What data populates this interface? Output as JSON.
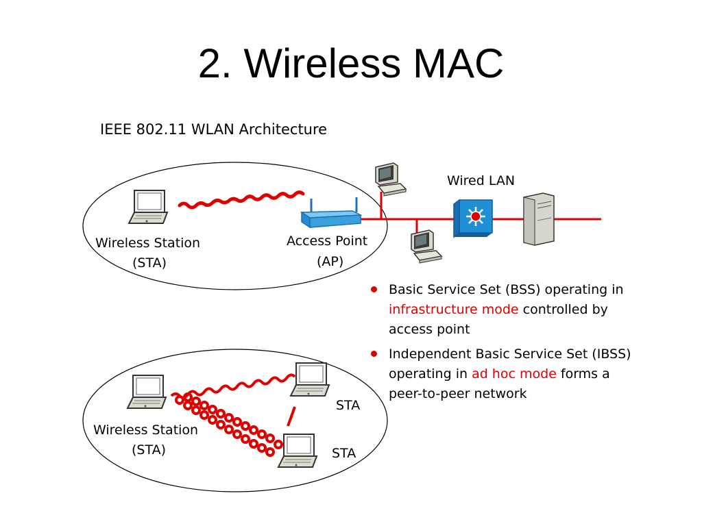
{
  "title": "2. Wireless MAC",
  "diagram": {
    "heading": "IEEE 802.11 WLAN Architecture",
    "bss": {
      "station_label_1": "Wireless Station",
      "station_label_2": "(STA)",
      "ap_label_1": "Access Point",
      "ap_label_2": "(AP)",
      "wired_lan_label": "Wired LAN"
    },
    "ibss": {
      "station_label_1": "Wireless Station",
      "station_label_2": "(STA)",
      "sta_label_a": "STA",
      "sta_label_b": "STA"
    }
  },
  "bullets": [
    {
      "before": "Basic Service Set (BSS) operating in ",
      "highlight": "infrastructure mode",
      "after": " controlled by access point"
    },
    {
      "before": "Independent Basic Service Set (IBSS) operating in ",
      "highlight": "ad hoc mode",
      "after": " forms a peer-to-peer network"
    }
  ],
  "colors": {
    "accent": "#e00000",
    "ap_blue": "#3aa0dc",
    "switch_blue": "#1f8fd6"
  }
}
